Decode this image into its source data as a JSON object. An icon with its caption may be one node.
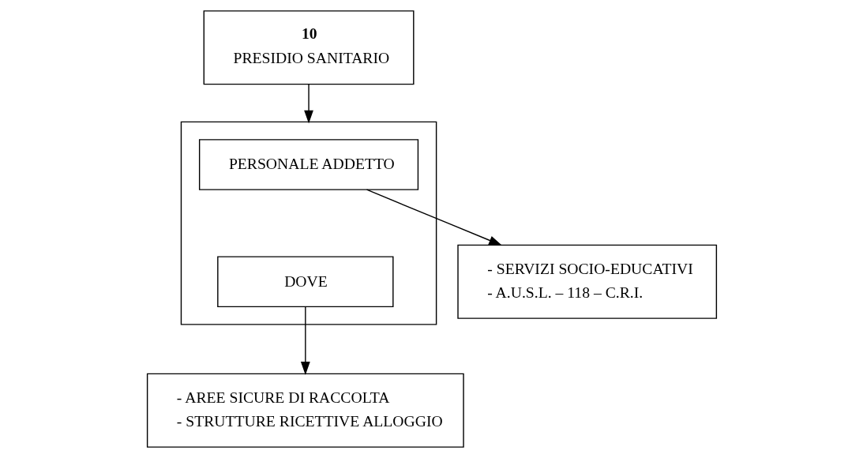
{
  "diagram": {
    "nodes": [
      {
        "text": [
          "10",
          "PRESIDIO SANITARIO"
        ]
      },
      {
        "text": [],
        "shape": "box"
      },
      {
        "text": [
          "PERSONALE ADDETTO"
        ],
        "in": 1
      },
      {
        "text": [
          "DOVE"
        ],
        "in": 1
      },
      {
        "text": [
          "- SERVIZI SOCIO-EDUCATIVI",
          "- A.U.S.L. – 118 – C.R.I."
        ]
      },
      {
        "text": [
          "- AREE SICURE DI RACCOLTA",
          "- STRUTTURE RICETTIVE ALLOGGIO"
        ]
      }
    ],
    "edges": [
      {
        "from": 0,
        "to": 1,
        "arrow": "to"
      },
      {
        "from": 2,
        "to": 4,
        "arrow": "to"
      },
      {
        "from": 3,
        "to": 5,
        "arrow": "to"
      }
    ]
  }
}
